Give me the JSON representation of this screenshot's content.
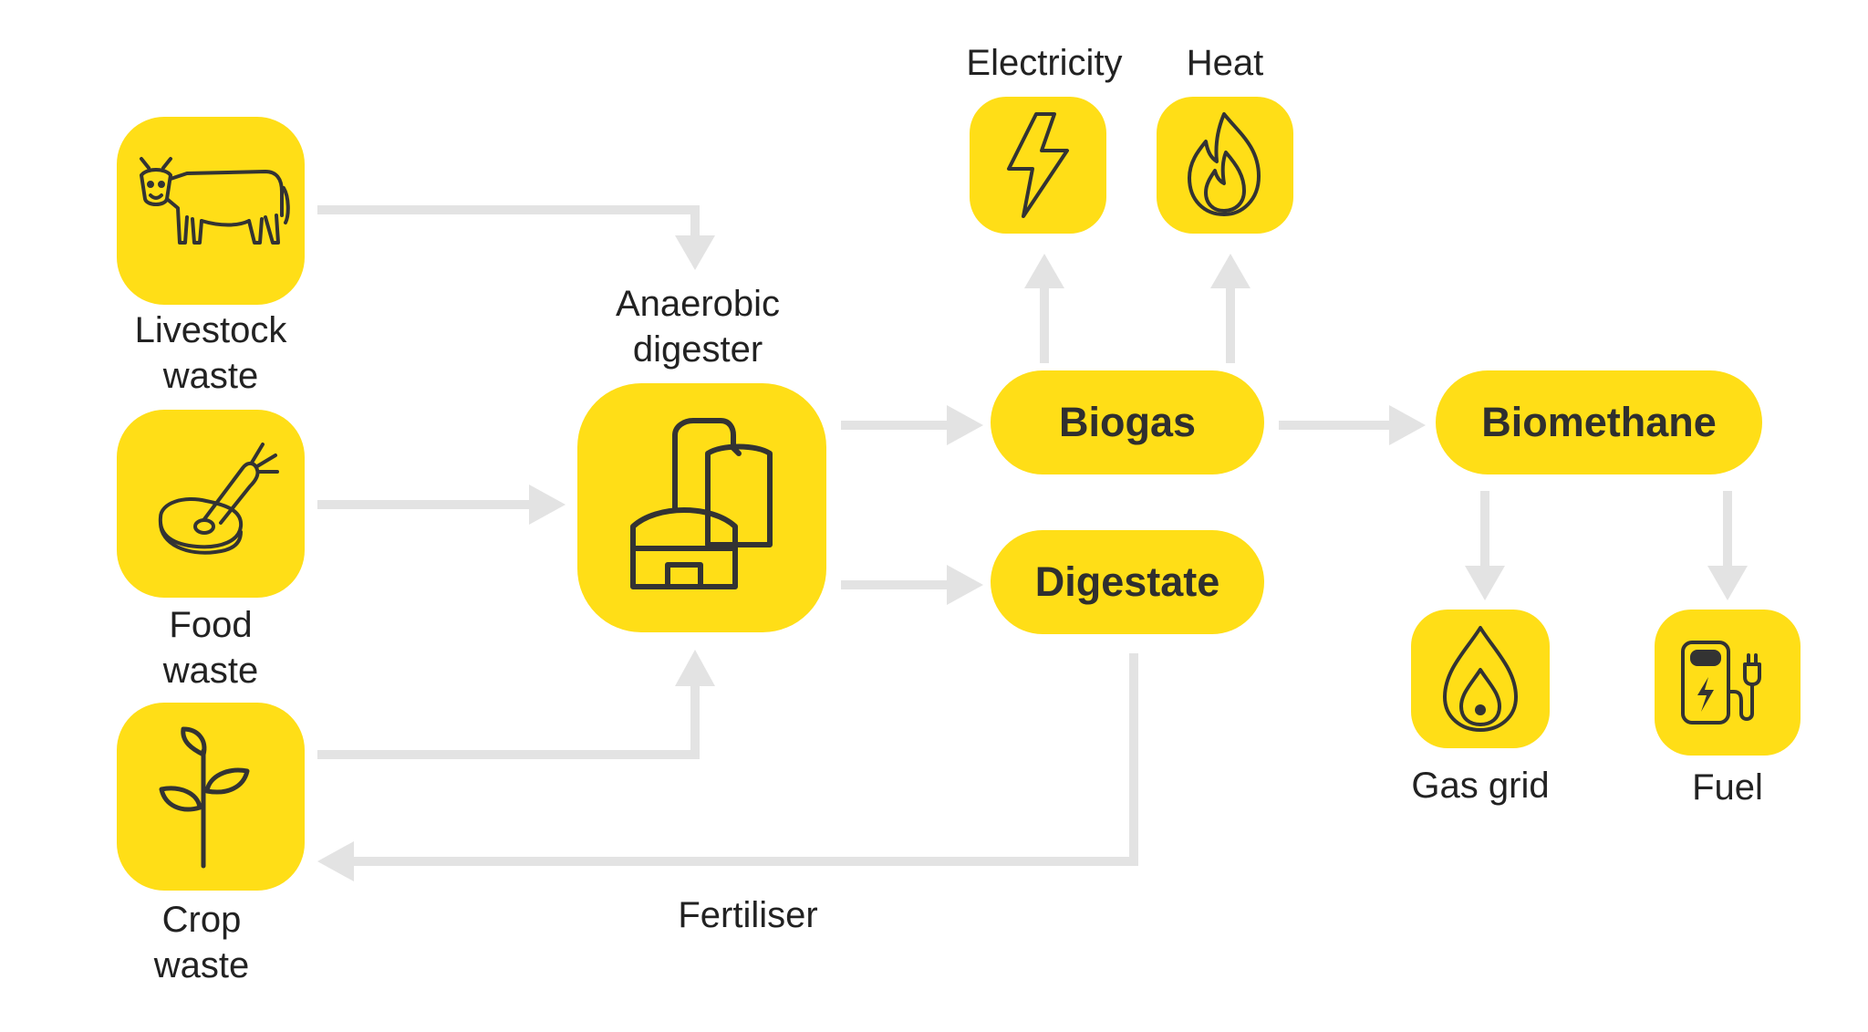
{
  "inputs": {
    "livestock": {
      "line1": "Livestock",
      "line2": "waste",
      "icon": "cow-icon"
    },
    "food": {
      "line1": "Food",
      "line2": "waste",
      "icon": "meat-and-carrot-icon"
    },
    "crop": {
      "line1": "Crop",
      "line2": "waste",
      "icon": "plant-icon"
    }
  },
  "digester": {
    "line1": "Anaerobic",
    "line2": "digester",
    "icon": "digester-plant-icon"
  },
  "products": {
    "biogas": "Biogas",
    "digestate": "Digestate",
    "biomethane": "Biomethane"
  },
  "uses": {
    "electricity": {
      "label": "Electricity",
      "icon": "lightning-bolt-icon"
    },
    "heat": {
      "label": "Heat",
      "icon": "flame-icon"
    },
    "gas_grid": {
      "label": "Gas grid",
      "icon": "gas-flame-icon"
    },
    "fuel": {
      "label": "Fuel",
      "icon": "charging-pump-icon"
    }
  },
  "loop": {
    "fertiliser": "Fertiliser"
  },
  "colors": {
    "accent": "#FFDE17",
    "arrow": "#E3E3E3",
    "icon_stroke": "#333333"
  }
}
